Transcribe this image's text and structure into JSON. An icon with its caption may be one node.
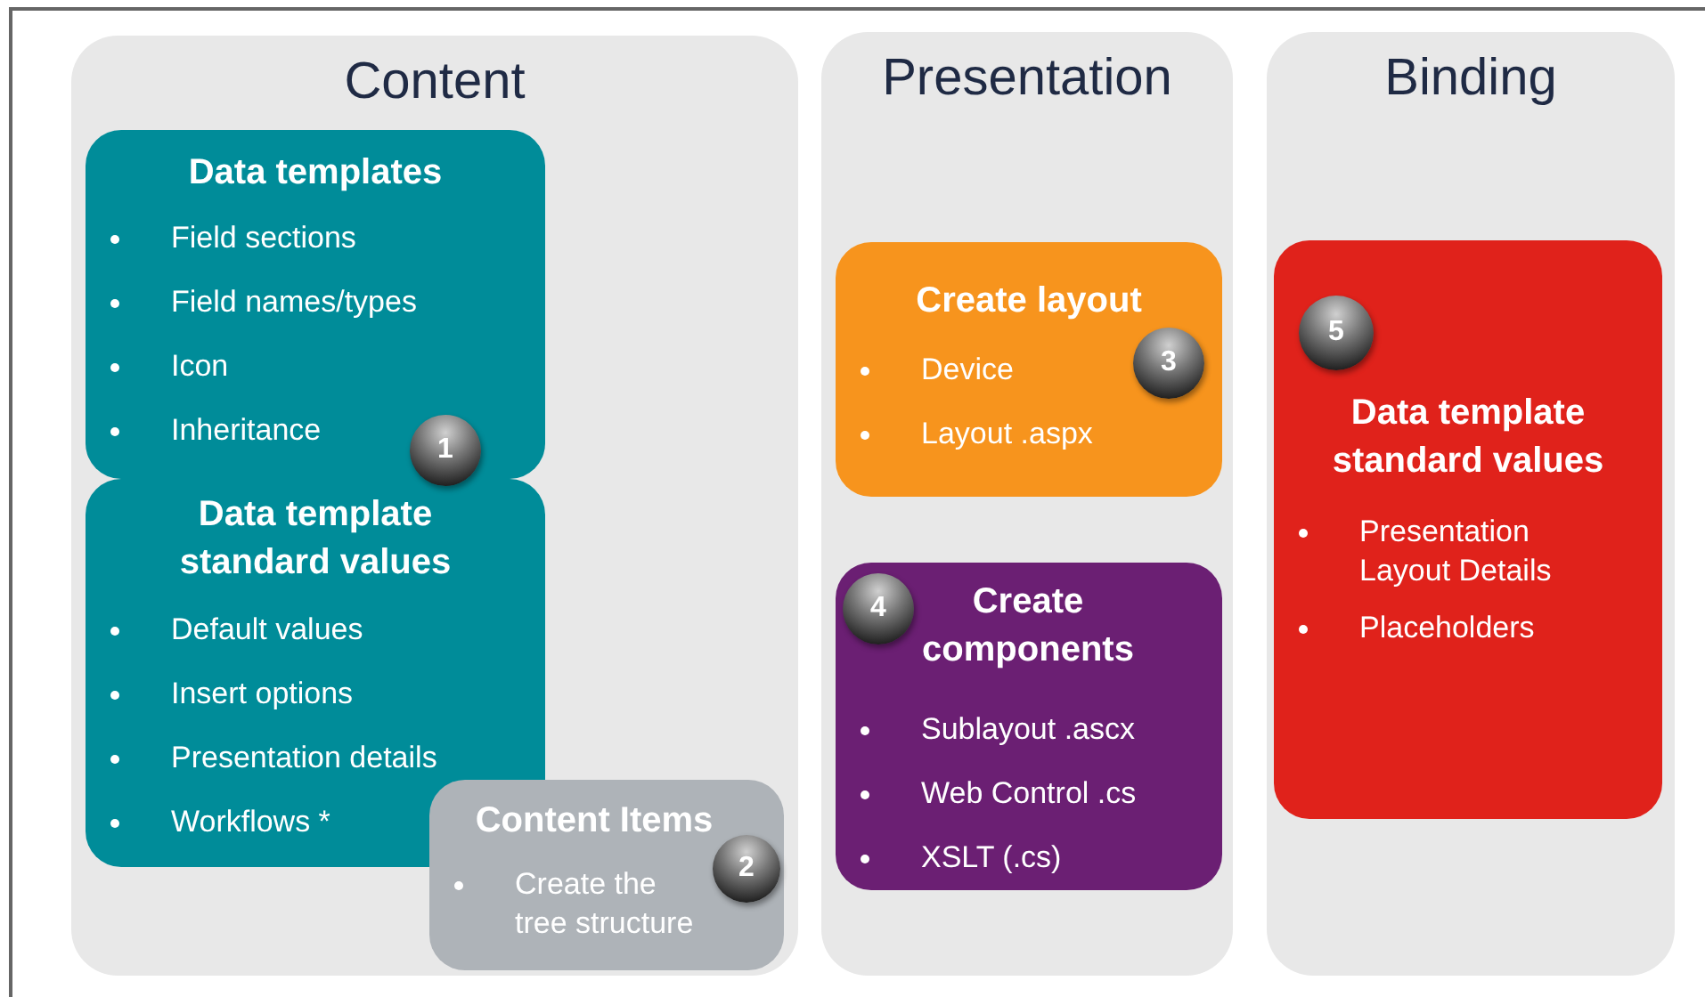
{
  "diagram": {
    "nodes": [
      {
        "text": [
          "Content"
        ]
      },
      {
        "text": [
          "Data templates",
          "Field sections",
          "Field names/types",
          "Icon",
          "Inheritance"
        ],
        "in": 0
      },
      {
        "text": [
          "1"
        ],
        "in": 0
      },
      {
        "text": [
          "Data template standard values",
          "Default values",
          "Insert options",
          "Presentation details",
          "Workflows *"
        ],
        "in": 0
      },
      {
        "text": [
          "Content Items",
          "Create the tree structure"
        ],
        "in": 0
      },
      {
        "text": [
          "2"
        ],
        "in": 4
      },
      {
        "text": [
          "Presentation"
        ]
      },
      {
        "text": [
          "Create layout",
          "Device",
          "Layout .aspx"
        ],
        "in": 6
      },
      {
        "text": [
          "3"
        ],
        "in": 7
      },
      {
        "text": [
          "Create components",
          "Sublayout .ascx",
          "Web Control .cs",
          "XSLT (.cs)"
        ],
        "in": 6
      },
      {
        "text": [
          "4"
        ],
        "in": 9
      },
      {
        "text": [
          "Binding"
        ]
      },
      {
        "text": [
          "Data template standard values",
          "Presentation Layout Details",
          "Placeholders"
        ],
        "in": 11
      },
      {
        "text": [
          "5"
        ],
        "in": 12
      }
    ]
  }
}
